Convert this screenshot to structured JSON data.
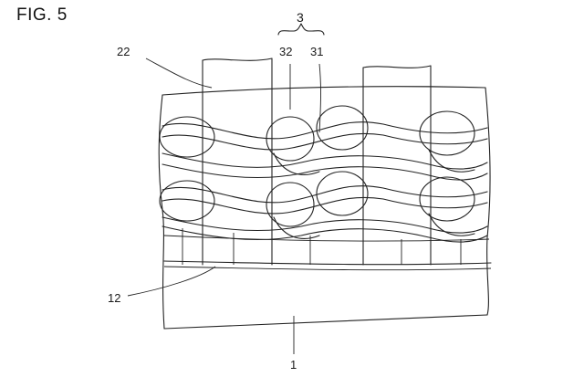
{
  "figure": {
    "title": "FIG. 5",
    "labels": {
      "label_3": "3",
      "label_32": "32",
      "label_31": "31",
      "label_22": "22",
      "label_12": "12",
      "label_1": "1"
    }
  }
}
